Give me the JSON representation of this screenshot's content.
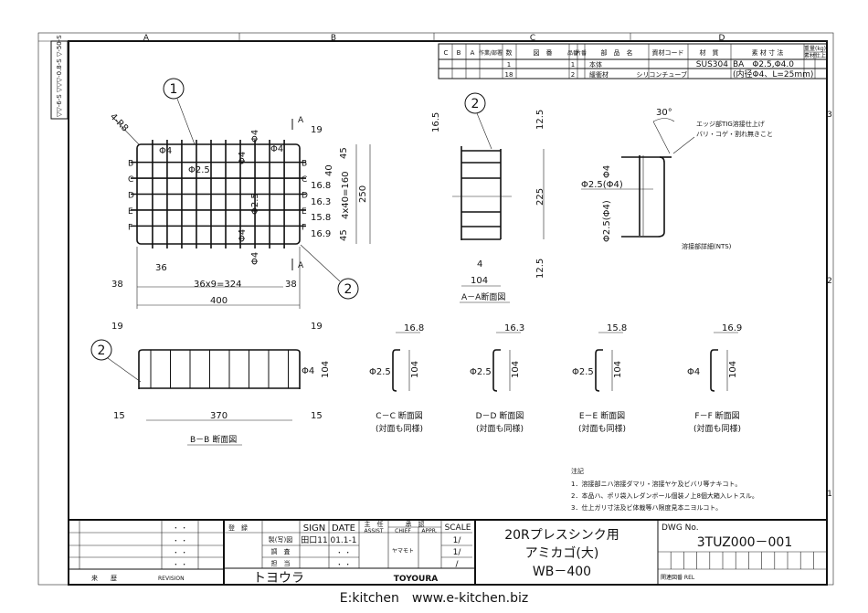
{
  "frame": {
    "zones_top": [
      "A",
      "B",
      "C",
      "D"
    ],
    "zones_right": [
      "3",
      "2",
      "1"
    ],
    "surface_symbols": "▽▽-6-S ▽▽▽-0.8-S ▽-50-S"
  },
  "parts_table": {
    "headers": [
      "C",
      "B",
      "A",
      "作業/部署",
      "数",
      "図　番",
      "品番",
      "片番",
      "部　品　名",
      "資材コード",
      "材　質",
      "素 材 寸 法",
      "重量(kg)",
      "素材",
      "仕上"
    ],
    "rows": [
      {
        "qty": "1",
        "item_no": "1",
        "name": "本体",
        "code": "",
        "material": "SUS304",
        "size": "BA　Φ2.5,Φ4.0"
      },
      {
        "qty": "18",
        "item_no": "2",
        "name": "緩衝材",
        "code": "シリコンチューブ",
        "material": "",
        "size": "(内径Φ4、L=25mm)"
      }
    ]
  },
  "plan_view": {
    "balloons": [
      "1",
      "2"
    ],
    "section_marks": [
      "B",
      "C",
      "D",
      "E",
      "F"
    ],
    "cut_mark": "A",
    "dims": {
      "r": "4-R8",
      "phi4_a": "Φ4",
      "phi25_a": "Φ2.5",
      "phi4_b": "Φ4",
      "phi4_c": "Φ4",
      "phi25_b": "Φ2.5",
      "phi4_d": "Φ4",
      "phi4_e": "Φ4",
      "phi4_f": "Φ4",
      "d19": "19",
      "d45a": "45",
      "d40": "40",
      "d168": "16.8",
      "d163": "16.3",
      "d158": "15.8",
      "d169": "16.9",
      "d160": "4x40=160",
      "d250": "250",
      "d45b": "45",
      "d36": "36",
      "d38a": "38",
      "d324": "36x9=324",
      "d38b": "38",
      "d400": "400"
    }
  },
  "section_aa": {
    "balloon": "2",
    "dims": {
      "d165": "16.5",
      "d125a": "12.5",
      "d225": "225",
      "d125b": "12.5",
      "d4": "4",
      "d104": "104"
    },
    "title": "A－A断面図"
  },
  "weld_detail": {
    "angle": "30°",
    "note_line1": "エッジ部TIG溶接仕上げ",
    "note_line2": "バリ・コゲ・割れ無きこと",
    "phi4": "Φ4",
    "phi25a": "Φ2.5(Φ4)",
    "phi25b": "Φ2.5(Φ4)",
    "title": "溶接部詳細(NTS)"
  },
  "section_bb": {
    "balloon": "2",
    "dims": {
      "d19a": "19",
      "d19b": "19",
      "phi4": "Φ4",
      "d104": "104",
      "d370": "370",
      "d15a": "15",
      "d15b": "15"
    },
    "title": "B－B 断面図"
  },
  "sections": [
    {
      "width": "16.8",
      "phi": "Φ2.5",
      "height": "104",
      "title": "C－C 断面図",
      "note": "(対面も同様)"
    },
    {
      "width": "16.3",
      "phi": "Φ2.5",
      "height": "104",
      "title": "D－D 断面図",
      "note": "(対面も同様)"
    },
    {
      "width": "15.8",
      "phi": "Φ2.5",
      "height": "104",
      "title": "E－E 断面図",
      "note": "(対面も同様)"
    },
    {
      "width": "16.9",
      "phi": "Φ4",
      "height": "104",
      "title": "F－F 断面図",
      "note": "(対面も同様)"
    }
  ],
  "notes": {
    "heading": "注記",
    "items": [
      "1．溶接部ニハ溶接ダマリ・溶接ヤケ及ビバリ等ナキコト。",
      "2．本品ハ、ポリ袋入レダンボール個装ノ上8個大箱入レトスル。",
      "3．仕上ガリ寸法及ビ体裁等ハ限度見本ニヨルコト。"
    ]
  },
  "title_block": {
    "revision_dots": [
      "・ ・",
      "・ ・",
      "・ ・",
      "・ ・"
    ],
    "revision_label": "来　　歴",
    "revision_label_en": "REVISION",
    "register": "登　録",
    "sign": "SIGN",
    "date": "DATE",
    "assist": "主　任",
    "assist_en": "ASSIST",
    "approved": "承　認",
    "chief": "CHIEF",
    "appr": "APPR.",
    "scale": "SCALE",
    "drawn": "製(写)図",
    "checked": "調　査",
    "charge": "担　当",
    "drawn_sign": "田口11",
    "drawn_date": "01.1-1",
    "checked_date": "・ ・",
    "charge_date": "・ ・",
    "chief_sign": "ヤマモト",
    "scales": [
      "1/",
      "1/",
      "/"
    ],
    "company_kana": "トヨウラ",
    "company": "TOYOURA",
    "title_line1": "20Rプレスシンク用",
    "title_line2": "アミカゴ(大)",
    "title_line3": "WB－400",
    "dwg_label": "DWG No.",
    "dwg_no": "3TUZ000－001",
    "rel_label": "関連図番 REL"
  },
  "footer": "E:kitchen　www.e-kitchen.biz"
}
